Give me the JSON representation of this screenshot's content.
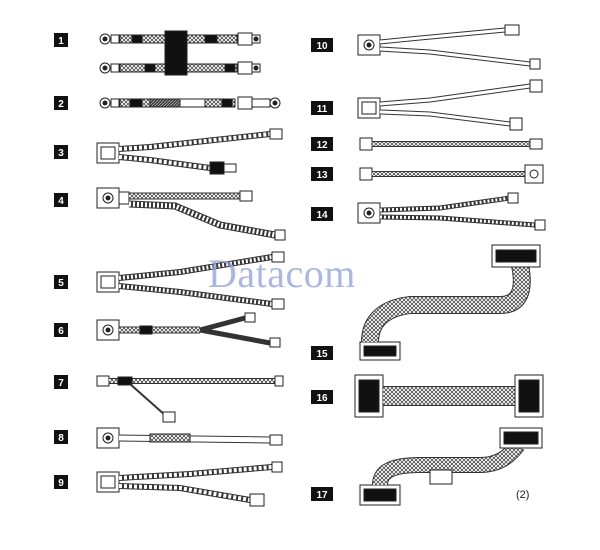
{
  "figure": {
    "callouts": [
      "1",
      "2",
      "3",
      "4",
      "5",
      "6",
      "7",
      "8",
      "9",
      "10",
      "11",
      "12",
      "13",
      "14",
      "15",
      "16",
      "17"
    ],
    "watermark": "Datacom",
    "footnote": "(2)"
  }
}
